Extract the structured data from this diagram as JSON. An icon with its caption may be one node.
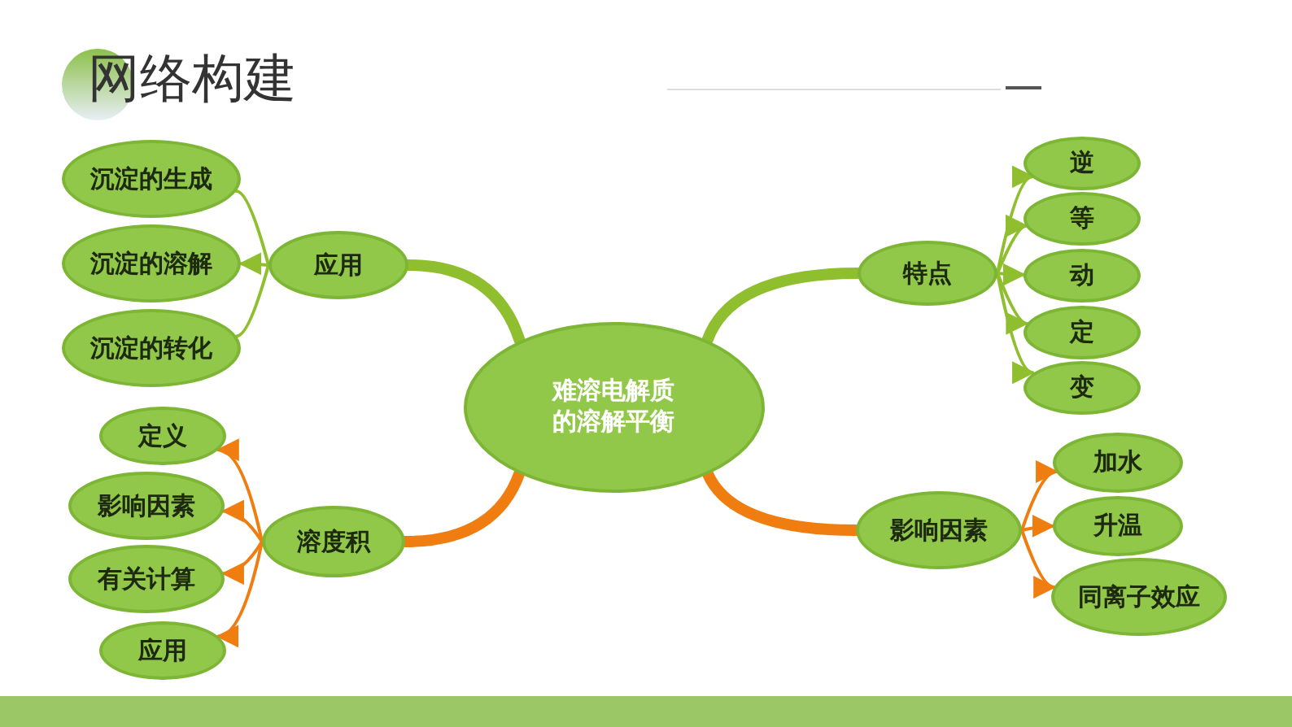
{
  "diagram": {
    "title": "网络构建",
    "nodes": [
      {
        "text": [
          "难溶电解质的溶解平衡"
        ]
      },
      {
        "text": [
          "应用"
        ]
      },
      {
        "text": [
          "沉淀的生成"
        ]
      },
      {
        "text": [
          "沉淀的溶解"
        ]
      },
      {
        "text": [
          "沉淀的转化"
        ]
      },
      {
        "text": [
          "溶度积"
        ]
      },
      {
        "text": [
          "定义"
        ]
      },
      {
        "text": [
          "影响因素"
        ]
      },
      {
        "text": [
          "有关计算"
        ]
      },
      {
        "text": [
          "应用"
        ]
      },
      {
        "text": [
          "特点"
        ]
      },
      {
        "text": [
          "逆"
        ]
      },
      {
        "text": [
          "等"
        ]
      },
      {
        "text": [
          "动"
        ]
      },
      {
        "text": [
          "定"
        ]
      },
      {
        "text": [
          "变"
        ]
      },
      {
        "text": [
          "影响因素"
        ]
      },
      {
        "text": [
          "加水"
        ]
      },
      {
        "text": [
          "升温"
        ]
      },
      {
        "text": [
          "同离子效应"
        ]
      }
    ],
    "edges": [
      {
        "from": 0,
        "to": 1,
        "arrow": "none",
        "style": "thick"
      },
      {
        "from": 0,
        "to": 10,
        "arrow": "none",
        "style": "thick"
      },
      {
        "from": 0,
        "to": 5,
        "arrow": "none",
        "style": "thick",
        "color": "#f07d10"
      },
      {
        "from": 0,
        "to": 16,
        "arrow": "none",
        "style": "thick",
        "color": "#f07d10"
      },
      {
        "from": 1,
        "to": 2,
        "arrow": "none"
      },
      {
        "from": 1,
        "to": 3,
        "arrow": "to"
      },
      {
        "from": 1,
        "to": 4,
        "arrow": "none"
      },
      {
        "from": 5,
        "to": 6,
        "arrow": "to",
        "color": "#f07d10"
      },
      {
        "from": 5,
        "to": 7,
        "arrow": "to",
        "color": "#f07d10"
      },
      {
        "from": 5,
        "to": 8,
        "arrow": "to",
        "color": "#f07d10"
      },
      {
        "from": 5,
        "to": 9,
        "arrow": "to",
        "color": "#f07d10"
      },
      {
        "from": 10,
        "to": 11,
        "arrow": "to"
      },
      {
        "from": 10,
        "to": 12,
        "arrow": "to"
      },
      {
        "from": 10,
        "to": 13,
        "arrow": "to"
      },
      {
        "from": 10,
        "to": 14,
        "arrow": "to"
      },
      {
        "from": 10,
        "to": 15,
        "arrow": "to"
      },
      {
        "from": 16,
        "to": 17,
        "arrow": "to",
        "color": "#f07d10"
      },
      {
        "from": 16,
        "to": 18,
        "arrow": "to",
        "color": "#f07d10"
      },
      {
        "from": 16,
        "to": 19,
        "arrow": "to",
        "color": "#f07d10"
      }
    ]
  }
}
